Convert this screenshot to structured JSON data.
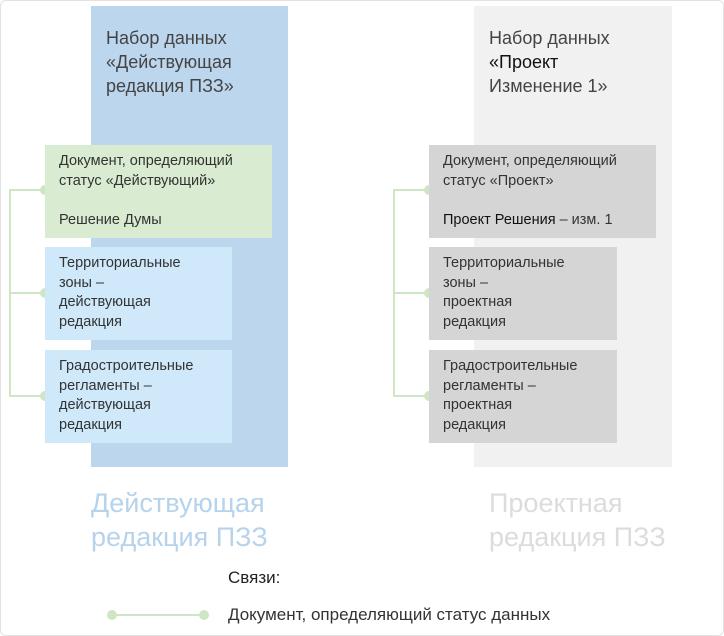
{
  "left": {
    "title_line1": "Набор данных",
    "title_line2": "«Действующая",
    "title_line3": "редакция ПЗЗ»",
    "doc_line1": "Документ, определяющий",
    "doc_line2": "статус «Действующий»",
    "doc_line3": "Решение Думы",
    "zones_line1": "Территориальные",
    "zones_line2": "зоны –",
    "zones_line3": "действующая",
    "zones_line4": "редакция",
    "reg_line1": "Градостроительные",
    "reg_line2": "регламенты –",
    "reg_line3": "действующая",
    "reg_line4": "редакция",
    "big_line1": "Действующая",
    "big_line2": "редакция ПЗЗ"
  },
  "right": {
    "title_line1": "Набор данных",
    "title_line2": "«Проект",
    "title_line3": "Изменение 1»",
    "doc_line1": "Документ, определяющий",
    "doc_line2": "статус «Проект»",
    "doc_line3_bold": "Проект Решения",
    "doc_line3_rest": " – изм. 1",
    "zones_line1": "Территориальные",
    "zones_line2": "зоны –",
    "zones_line3": "проектная",
    "zones_line4": "редакция",
    "reg_line1": "Градостроительные",
    "reg_line2": "регламенты –",
    "reg_line3": "проектная",
    "reg_line4": "редакция",
    "big_line1": "Проектная",
    "big_line2": "редакция ПЗЗ"
  },
  "legend": {
    "title": "Связи:",
    "item": "Документ, определяющий статус данных"
  },
  "colors": {
    "connector": "#cfe6c4",
    "left_column": "#bcd6ee",
    "right_column": "#f1f1f1"
  }
}
